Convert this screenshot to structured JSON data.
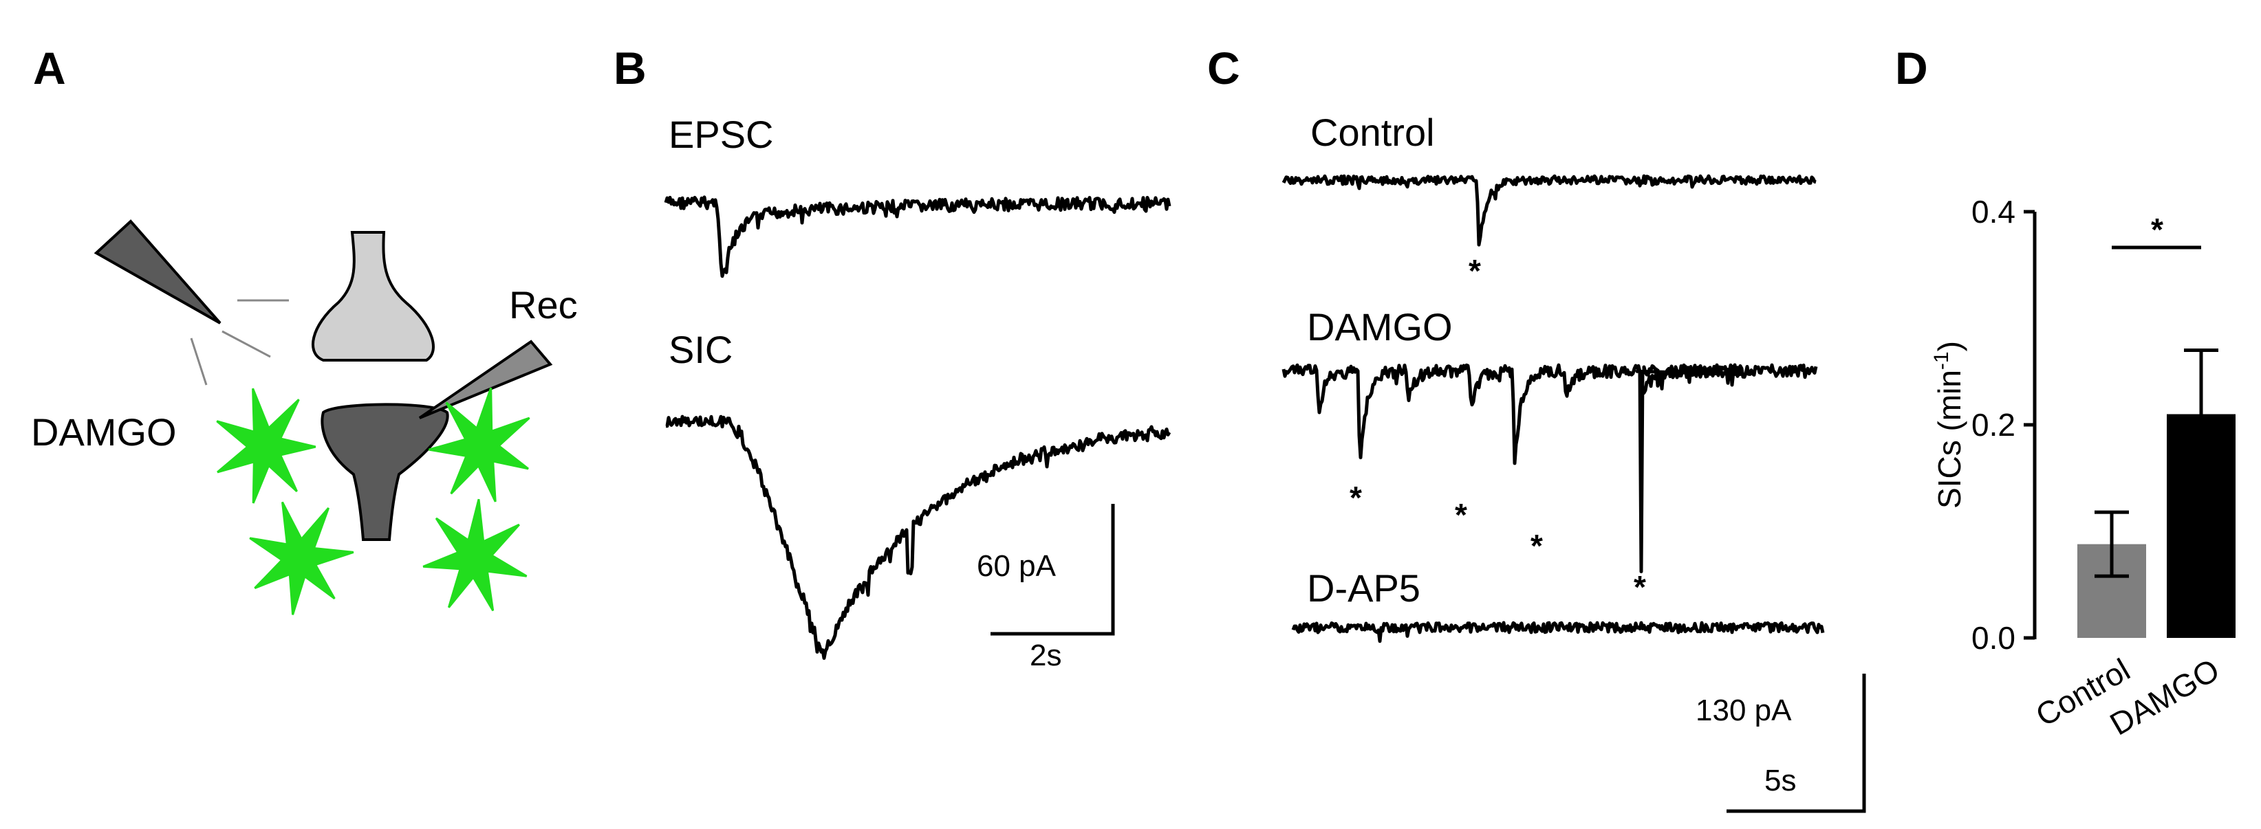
{
  "panels": {
    "a": {
      "letter": "A",
      "pipette_label": "DAMGO",
      "rec_label": "Rec",
      "colors": {
        "astrocyte": "#22dd1e",
        "presynaptic": "#d0d0d0",
        "postsynaptic": "#5a5a5a"
      },
      "icons": [
        "pipette-icon",
        "presynaptic-terminal-icon",
        "postsynaptic-neuron-icon",
        "recording-electrode-icon",
        "astrocyte-icon"
      ]
    },
    "b": {
      "letter": "B",
      "trace1_label": "EPSC",
      "trace2_label": "SIC",
      "scale_y": "60 pA",
      "scale_x": "2s"
    },
    "c": {
      "letter": "C",
      "trace1_label": "Control",
      "trace2_label": "DAMGO",
      "trace3_label": "D-AP5",
      "event_marker": "*",
      "scale_y": "130 pA",
      "scale_x": "5s"
    },
    "d": {
      "letter": "D"
    }
  },
  "chart_data": {
    "type": "bar",
    "title": "",
    "categories": [
      "Control",
      "DAMGO"
    ],
    "values": [
      0.088,
      0.21
    ],
    "errors": [
      0.03,
      0.06
    ],
    "colors": [
      "#7f7f7f",
      "#000000"
    ],
    "ylabel": "SICs (min",
    "ylabel_sup": "-1",
    "ylabel_close": ")",
    "ylim": [
      0,
      0.4
    ],
    "yticks": [
      "0.0",
      "0.2",
      "0.4"
    ],
    "significance": "*",
    "grid": false
  }
}
